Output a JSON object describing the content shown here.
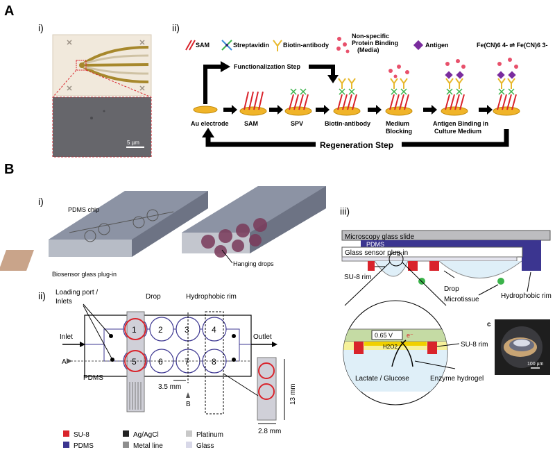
{
  "panel_A": {
    "label": "A",
    "sub_i": "i)",
    "sub_ii": "ii)",
    "scale_bar": "5 µm",
    "legend": {
      "sam": "SAM",
      "streptavidin": "Streptavidin",
      "biotin_antibody": "Biotin-antibody",
      "nonspecific": [
        "Non-specific",
        "Protein Binding",
        "(Media)"
      ],
      "antigen": "Antigen",
      "redox": "Fe(CN)6 4- ⇌ Fe(CN)6 3-"
    },
    "functionalization_step": "Functionalization Step",
    "steps": [
      "Au electrode",
      "SAM",
      "SPV",
      "Biotin-antibody",
      "Medium",
      "Blocking",
      "Antigen Binding in",
      "Culture Medium"
    ],
    "regeneration_step": "Regeneration Step"
  },
  "panel_B": {
    "label": "B",
    "sub_i": "i)",
    "sub_ii": "ii)",
    "sub_iii": "iii)",
    "i_labels": {
      "pdms_chip": "PDMS chip",
      "biosensor": "Biosensor glass plug-in",
      "hanging_drops": "Hanging drops"
    },
    "ii_labels": {
      "loading_port": [
        "Loading port /",
        "Inlets"
      ],
      "drop": "Drop",
      "hydrophobic_rim": "Hydrophobic rim",
      "inlet": "Inlet",
      "outlet": "Outlet",
      "pdms": "PDMS",
      "a": "A",
      "b": "B",
      "dim_35": "3.5 mm",
      "dim_13": "13 mm",
      "dim_28": "2.8 mm",
      "numbers": [
        "1",
        "2",
        "3",
        "4",
        "5",
        "6",
        "7",
        "8"
      ]
    },
    "legend": [
      {
        "label": "SU-8",
        "color": "#d9232b"
      },
      {
        "label": "Ag/AgCl",
        "color": "#222222"
      },
      {
        "label": "Platinum",
        "color": "#c8c8c8"
      },
      {
        "label": "PDMS",
        "color": "#3b3590"
      },
      {
        "label": "Metal line",
        "color": "#8e8e8e"
      },
      {
        "label": "Glass",
        "color": "#d8d8e8"
      }
    ],
    "iii_labels": {
      "glass_slide": "Microscopy glass slide",
      "pdms": "PDMS",
      "glass_sensor": "Glass sensor plug-in",
      "su8_rim": "SU-8 rim",
      "drop": "Drop",
      "microtissue": "Microtissue",
      "hydrophobic_rim": "Hydrophobic rim",
      "voltage": "0.65 V",
      "electron": "e⁻",
      "h2o2": "H2O2",
      "su8_rim2": "SU-8 rim",
      "lactate": "Lactate / Glucose",
      "enzyme": "Enzyme hydrogel",
      "c": "c",
      "scale": "100 µm"
    }
  }
}
